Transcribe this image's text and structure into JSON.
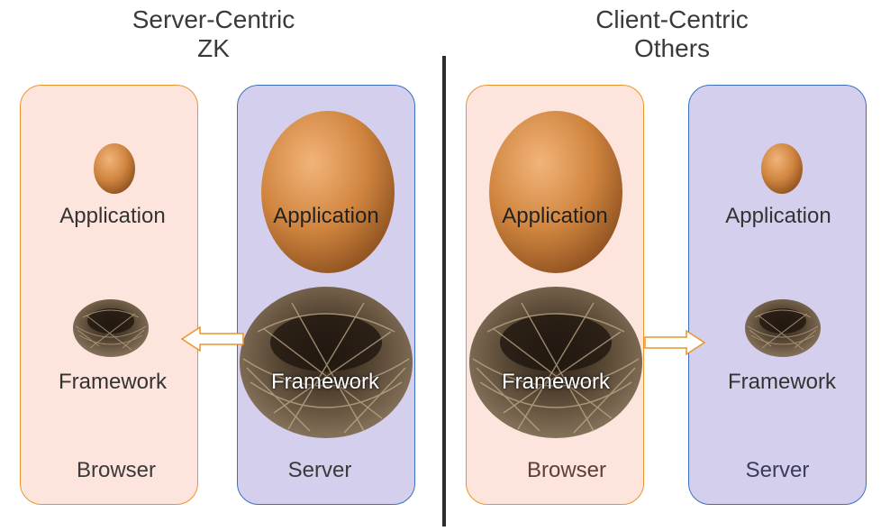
{
  "left_group": {
    "title_line1": "Server-Centric",
    "title_line2": "ZK",
    "browser": {
      "application": "Application",
      "framework": "Framework",
      "title": "Browser"
    },
    "server": {
      "application": "Application",
      "framework": "Framework",
      "title": "Server"
    }
  },
  "right_group": {
    "title_line1": "Client-Centric",
    "title_line2": "Others",
    "browser": {
      "application": "Application",
      "framework": "Framework",
      "title": "Browser"
    },
    "server": {
      "application": "Application",
      "framework": "Framework",
      "title": "Server"
    }
  },
  "colors": {
    "browser_fill": "#fde4dc",
    "browser_border": "#e8962a",
    "server_fill": "#d4cfec",
    "server_border": "#3c6fc0",
    "arrow": "#e8962a",
    "egg": "#c8773a",
    "nest": "#6b5a45"
  },
  "icons": [
    "egg-icon",
    "nest-icon",
    "arrow-left-icon",
    "arrow-right-icon"
  ]
}
